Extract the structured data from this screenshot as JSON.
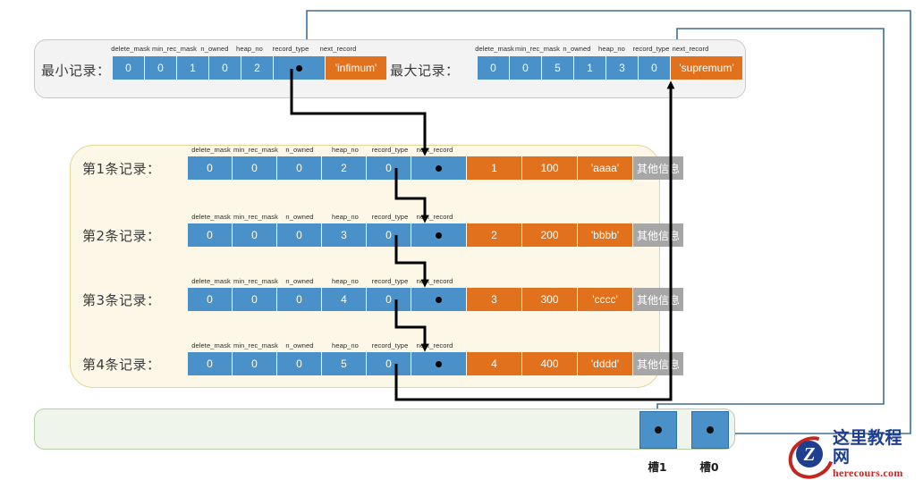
{
  "diagram": {
    "field_captions": [
      "delete_mask",
      "min_rec_mask",
      "n_owned",
      "heap_no",
      "record_type",
      "next_record"
    ],
    "other_info_label": "其他信息",
    "header": {
      "min_record": {
        "label": "最小记录：",
        "values": [
          "0",
          "0",
          "1",
          "0",
          "2"
        ],
        "next_record": "",
        "tag": "'infimum'"
      },
      "max_record": {
        "label": "最大记录：",
        "values": [
          "0",
          "0",
          "5",
          "1",
          "3",
          "0"
        ],
        "tag": "'supremum'"
      }
    },
    "records": [
      {
        "label": "第1条记录：",
        "values": [
          "0",
          "0",
          "0",
          "2",
          "0"
        ],
        "next_record": "",
        "c1": "1",
        "c2": "100",
        "c3": "'aaaa'",
        "c4": "其他信息"
      },
      {
        "label": "第2条记录：",
        "values": [
          "0",
          "0",
          "0",
          "3",
          "0"
        ],
        "next_record": "",
        "c1": "2",
        "c2": "200",
        "c3": "'bbbb'",
        "c4": "其他信息"
      },
      {
        "label": "第3条记录：",
        "values": [
          "0",
          "0",
          "0",
          "4",
          "0"
        ],
        "next_record": "",
        "c1": "3",
        "c2": "300",
        "c3": "'cccc'",
        "c4": "其他信息"
      },
      {
        "label": "第4条记录：",
        "values": [
          "0",
          "0",
          "0",
          "5",
          "0"
        ],
        "next_record": "",
        "c1": "4",
        "c2": "400",
        "c3": "'dddd'",
        "c4": "其他信息"
      }
    ],
    "slots": [
      {
        "label": "槽1"
      },
      {
        "label": "槽0"
      }
    ],
    "colors": {
      "cell_blue": "#4a90c9",
      "cell_orange": "#e2711d",
      "cell_grey": "#a6a6a6",
      "records_panel_bg": "#fdf7e7",
      "records_panel_border": "#e6d49a",
      "header_panel_bg": "#f3f3f3",
      "slots_panel_bg": "#eff5ea",
      "slots_panel_border": "#b9cfa8",
      "wire_black": "#000000",
      "wire_blue": "#3c6e96"
    }
  },
  "watermark": {
    "logo_letter": "Z",
    "cn": "这里教程网",
    "en": "herecours.com"
  }
}
